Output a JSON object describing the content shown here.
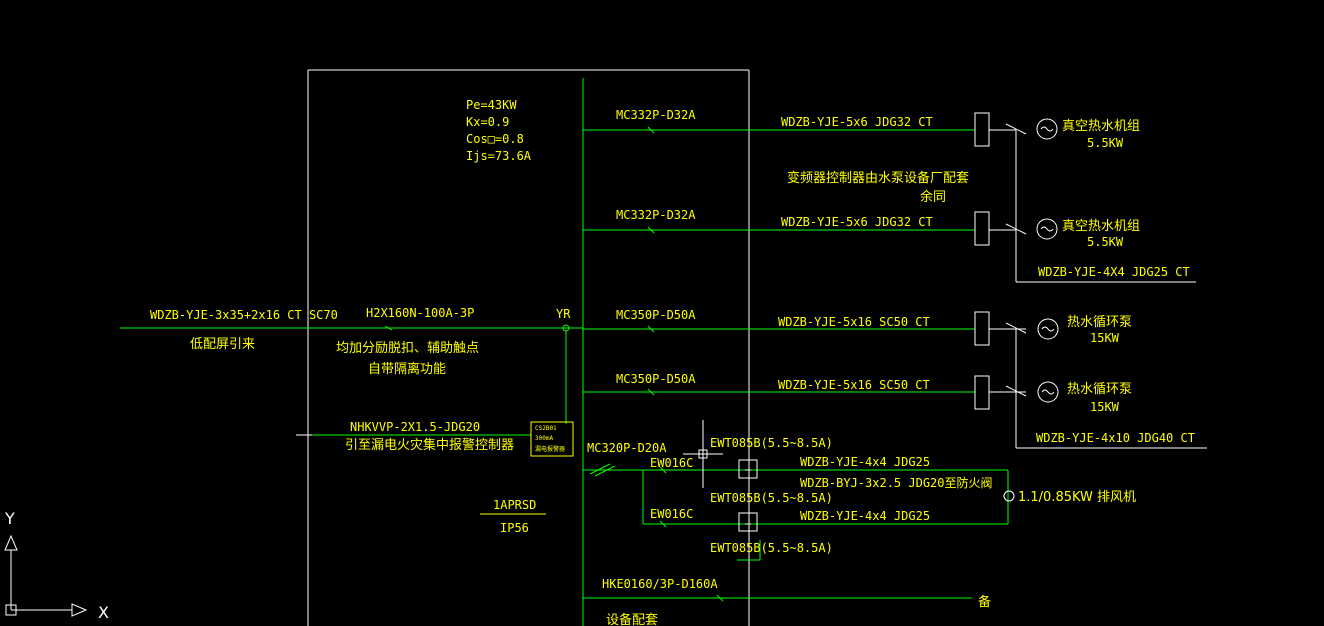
{
  "panel": {
    "pe": "Pe=43KW",
    "kx": "Kx=0.9",
    "cos": "Cos□=0.8",
    "ijs": "Ijs=73.6A",
    "name": "1APRSD",
    "ip": "IP56",
    "equip_note": "设备配套"
  },
  "incoming": {
    "cable": "WDZB-YJE-3x35+2x16 CT SC70",
    "source": "低配屏引来",
    "breaker": "H2X160N-100A-3P",
    "breaker_note_1": "均加分励脱扣、辅助触点",
    "breaker_note_2": "自带隔离功能",
    "yr": "YR",
    "alarm_cable": "NHKVVP-2X1.5-JDG20",
    "alarm_note": "引至漏电火灾集中报警控制器",
    "alarm_box_1": "CS2B01",
    "alarm_box_2": "300mA",
    "alarm_box_3": "漏电报警器"
  },
  "circuits": [
    {
      "breaker": "MC332P-D32A",
      "cable": "WDZB-YJE-5x6 JDG32 CT",
      "load_name": "真空热水机组",
      "load_power": "5.5KW"
    },
    {
      "breaker": "MC332P-D32A",
      "cable": "WDZB-YJE-5x6 JDG32 CT",
      "load_name": "真空热水机组",
      "load_power": "5.5KW"
    },
    {
      "breaker": "MC350P-D50A",
      "cable": "WDZB-YJE-5x16 SC50  CT",
      "load_name": "热水循环泵",
      "load_power": "15KW"
    },
    {
      "breaker": "MC350P-D50A",
      "cable": "WDZB-YJE-5x16 SC50  CT",
      "load_name": "热水循环泵",
      "load_power": "15KW"
    }
  ],
  "notes": {
    "vfd_1": "变频器控制器由水泵设备厂配套",
    "vfd_2": "余同",
    "group1_cable": "WDZB-YJE-4X4 JDG25 CT",
    "group2_cable": "WDZB-YJE-4x10 JDG40 CT"
  },
  "fan": {
    "breaker": "MC320P-D20A",
    "contactor_1": "EW016C",
    "contactor_2": "EW016C",
    "relay_1": "EWT085B(5.5~8.5A)",
    "relay_2": "EWT085B(5.5~8.5A)",
    "relay_3": "EWT085B(5.5~8.5A)",
    "cable_1": "WDZB-YJE-4x4 JDG25",
    "cable_ctrl": "WDZB-BYJ-3x2.5 JDG20至防火阀",
    "cable_2": "WDZB-YJE-4x4 JDG25",
    "load": "1.1/0.85KW  排风机"
  },
  "spare": {
    "breaker": "HKE0160/3P-D160A",
    "label": "备"
  },
  "ucs": {
    "y": "Y",
    "x": "X"
  },
  "colors": {
    "background": "#000000",
    "text": "#ffff00",
    "wire": "#00ff00",
    "frame": "#ffffff"
  }
}
